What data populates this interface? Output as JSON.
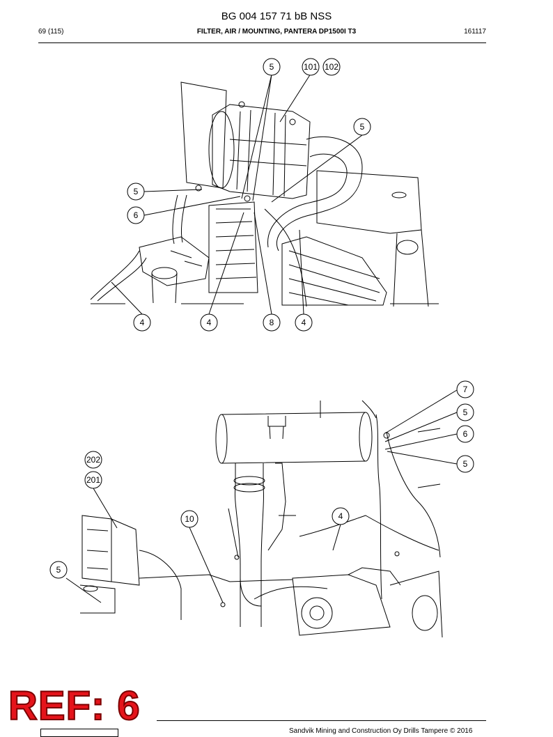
{
  "document": {
    "number": "BG 004 157 71 bB NSS",
    "page": "69 (115)",
    "title": "FILTER, AIR / MOUNTING, PANTERA DP1500I T3",
    "date_code": "161117"
  },
  "figure_top": {
    "callouts": [
      "5",
      "101",
      "102",
      "5",
      "5",
      "6",
      "4",
      "4",
      "8",
      "4"
    ]
  },
  "figure_bottom": {
    "callouts": [
      "7",
      "5",
      "6",
      "5",
      "202",
      "201",
      "10",
      "4",
      "5"
    ]
  },
  "stamp": {
    "text": "REF: 6",
    "color": "#e5141b"
  },
  "footer": {
    "text": "Sandvik Mining and Construction Oy Drills Tampere © 2016"
  }
}
